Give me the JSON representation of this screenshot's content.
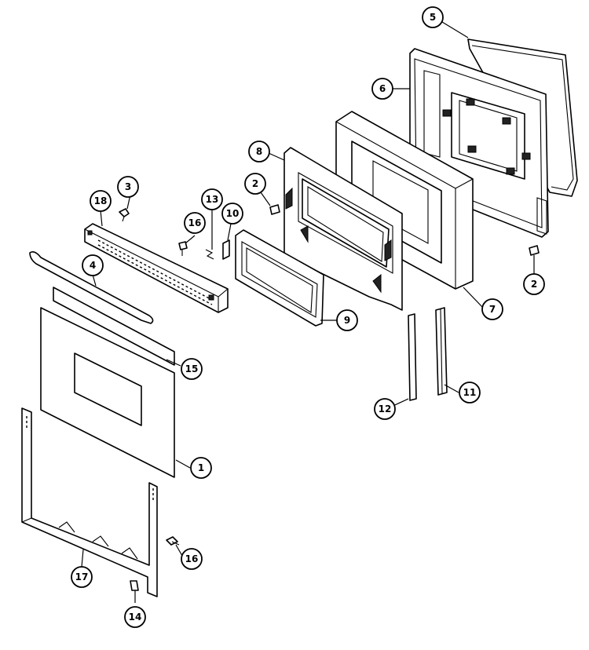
{
  "callouts": [
    {
      "id": "c5",
      "label": "5"
    },
    {
      "id": "c6",
      "label": "6"
    },
    {
      "id": "c8",
      "label": "8"
    },
    {
      "id": "c2a",
      "label": "2"
    },
    {
      "id": "c3",
      "label": "3"
    },
    {
      "id": "c18",
      "label": "18"
    },
    {
      "id": "c13",
      "label": "13"
    },
    {
      "id": "c10",
      "label": "10"
    },
    {
      "id": "c16a",
      "label": "16"
    },
    {
      "id": "c4",
      "label": "4"
    },
    {
      "id": "c2b",
      "label": "2"
    },
    {
      "id": "c7",
      "label": "7"
    },
    {
      "id": "c9",
      "label": "9"
    },
    {
      "id": "c15",
      "label": "15"
    },
    {
      "id": "c12",
      "label": "12"
    },
    {
      "id": "c11",
      "label": "11"
    },
    {
      "id": "c1",
      "label": "1"
    },
    {
      "id": "c16b",
      "label": "16"
    },
    {
      "id": "c17",
      "label": "17"
    },
    {
      "id": "c14",
      "label": "14"
    }
  ]
}
